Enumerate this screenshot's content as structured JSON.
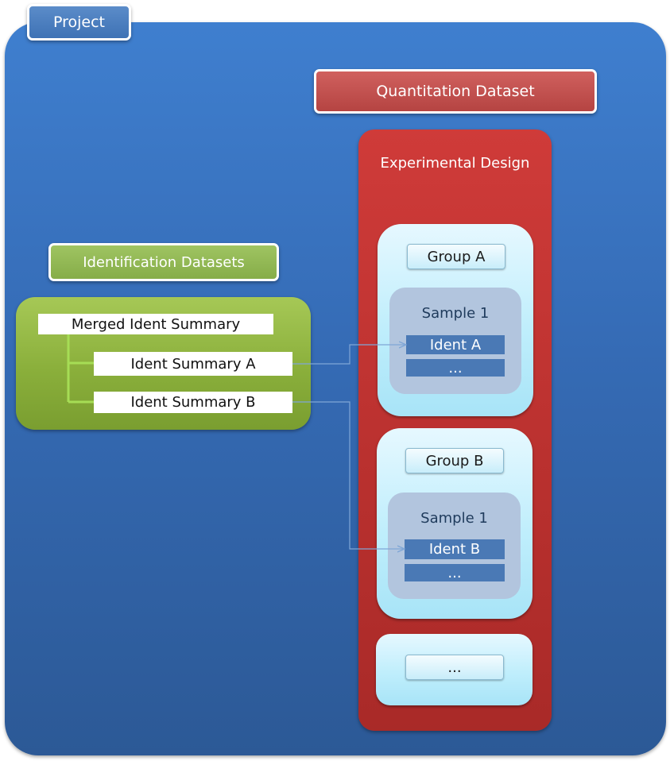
{
  "project": {
    "label": "Project"
  },
  "quantitation": {
    "label": "Quantitation Dataset",
    "experimental_design": "Experimental Design",
    "groups": [
      {
        "label": "Group A",
        "sample": "Sample 1",
        "ident": "Ident A",
        "more": "..."
      },
      {
        "label": "Group B",
        "sample": "Sample 1",
        "ident": "Ident B",
        "more": "..."
      }
    ],
    "more_groups": "..."
  },
  "identification": {
    "label": "Identification Datasets",
    "merged": "Merged Ident Summary",
    "summaries": [
      "Ident Summary A",
      "Ident Summary B"
    ]
  },
  "colors": {
    "project_blue": "#356bb5",
    "quant_red": "#c0392b",
    "ident_green": "#8aaf3b",
    "group_cyan": "#bfeefc",
    "sample_gray": "#b2c5de",
    "ident_chip": "#4a79b5",
    "connector_green": "#9fd34a",
    "arrow_blue": "#7fa6d6"
  }
}
